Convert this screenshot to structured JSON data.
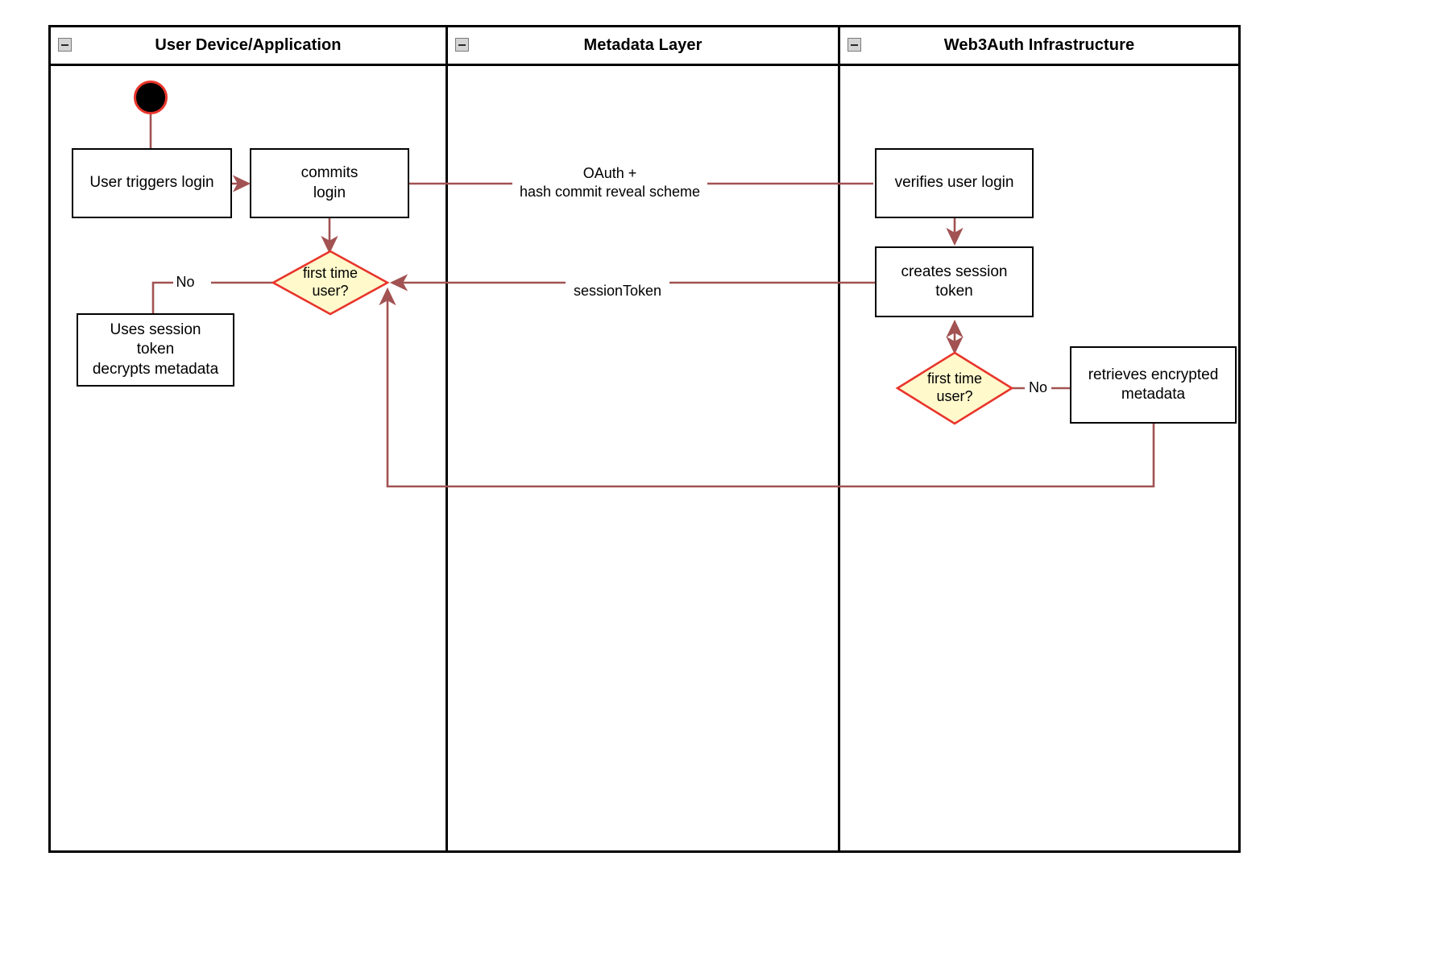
{
  "diagram": {
    "type": "uml-activity-swimlane",
    "accent_edge_color": "#A25252",
    "decision_fill": "#FFF9CC",
    "decision_stroke": "#E8352B",
    "node_stroke": "#000000",
    "lane_stroke": "#000000"
  },
  "lanes": [
    {
      "id": "user-device",
      "title": "User Device/Application",
      "collapse_icon": "collapse-minus-icon"
    },
    {
      "id": "metadata-layer",
      "title": "Metadata Layer",
      "collapse_icon": "collapse-minus-icon"
    },
    {
      "id": "web3auth",
      "title": "Web3Auth Infrastructure",
      "collapse_icon": "collapse-minus-icon"
    }
  ],
  "nodes": {
    "start": {
      "kind": "initial-node",
      "label": ""
    },
    "user_triggers_login": {
      "kind": "activity",
      "label": "User triggers login",
      "lane": "user-device"
    },
    "commits_login": {
      "kind": "activity",
      "label": "commits\nlogin",
      "line1": "commits",
      "line2": "login",
      "lane": "user-device"
    },
    "first_time_user_left": {
      "kind": "decision",
      "label": "first time\nuser?",
      "line1": "first time",
      "line2": "user?",
      "lane": "user-device"
    },
    "uses_session_token": {
      "kind": "activity",
      "label": "Uses session\ntoken\ndecrypts metadata",
      "line1": "Uses session",
      "line2": "token",
      "line3": "decrypts metadata",
      "lane": "user-device"
    },
    "verifies_user_login": {
      "kind": "activity",
      "label": "verifies user login",
      "lane": "web3auth"
    },
    "creates_session_token": {
      "kind": "activity",
      "label": "creates session\ntoken",
      "line1": "creates session",
      "line2": "token",
      "lane": "web3auth"
    },
    "first_time_user_right": {
      "kind": "decision",
      "label": "first time\nuser?",
      "line1": "first time",
      "line2": "user?",
      "lane": "web3auth"
    },
    "retrieves_encrypted_metadata": {
      "kind": "activity",
      "label": "retrieves encrypted\nmetadata",
      "line1": "retrieves encrypted",
      "line2": "metadata",
      "lane": "web3auth"
    }
  },
  "edges": [
    {
      "id": "e-start-trigger",
      "from": "start",
      "to": "user_triggers_login",
      "label": ""
    },
    {
      "id": "e-trigger-commits",
      "from": "user_triggers_login",
      "to": "commits_login",
      "label": ""
    },
    {
      "id": "e-commits-verifies",
      "from": "commits_login",
      "to": "verifies_user_login",
      "label": "OAuth +\nhash commit reveal scheme",
      "line1": "OAuth +",
      "line2": "hash commit reveal scheme"
    },
    {
      "id": "e-commits-decision",
      "from": "commits_login",
      "to": "first_time_user_left",
      "label": ""
    },
    {
      "id": "e-decision-uses",
      "from": "first_time_user_left",
      "to": "uses_session_token",
      "label": "No"
    },
    {
      "id": "e-verifies-creates",
      "from": "verifies_user_login",
      "to": "creates_session_token",
      "label": ""
    },
    {
      "id": "e-creates-decision-left",
      "from": "creates_session_token",
      "to": "first_time_user_left",
      "label": "sessionToken"
    },
    {
      "id": "e-creates-decision-right",
      "from": "creates_session_token",
      "to": "first_time_user_right",
      "label": "",
      "bidirectional": true
    },
    {
      "id": "e-decision-retrieves",
      "from": "first_time_user_right",
      "to": "retrieves_encrypted_metadata",
      "label": "No"
    },
    {
      "id": "e-retrieves-decision-left",
      "from": "retrieves_encrypted_metadata",
      "to": "first_time_user_left",
      "label": ""
    }
  ],
  "edge_labels": {
    "oauth_line1": "OAuth +",
    "oauth_line2": "hash commit reveal scheme",
    "session_token": "sessionToken",
    "no_left": "No",
    "no_right": "No"
  }
}
